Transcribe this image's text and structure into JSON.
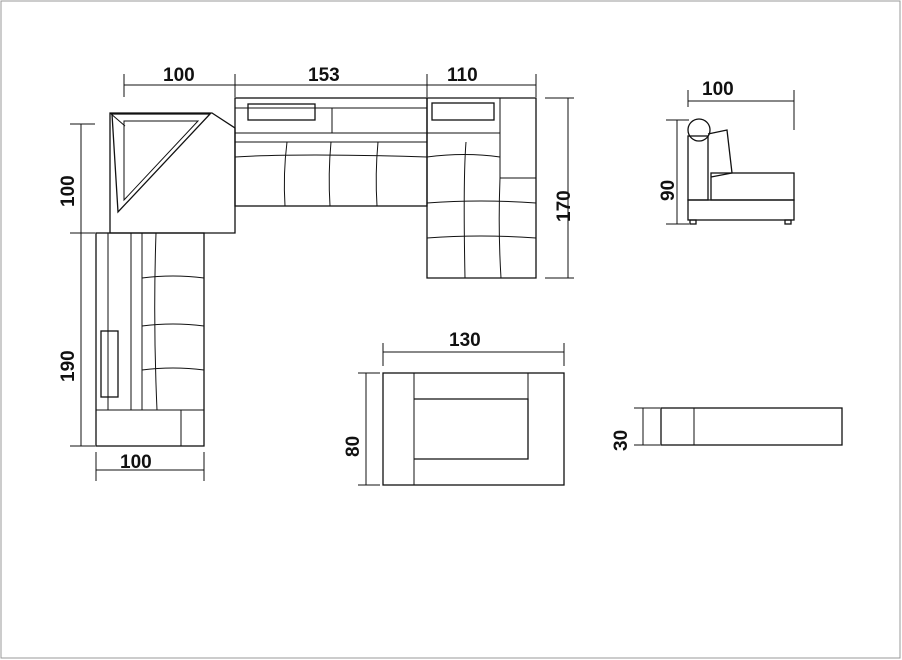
{
  "colors": {
    "line": "#111111",
    "frame": "#999999",
    "background": "#ffffff"
  },
  "sectional": {
    "top_dims": [
      "100",
      "153",
      "110"
    ],
    "left_dims": [
      "100",
      "190"
    ],
    "bottom_dim": "100",
    "right_dim": "170"
  },
  "side_view": {
    "width_dim": "100",
    "height_dim": "90"
  },
  "ottoman": {
    "width_dim": "130",
    "depth_dim": "80"
  },
  "cushion": {
    "height_dim": "30"
  }
}
